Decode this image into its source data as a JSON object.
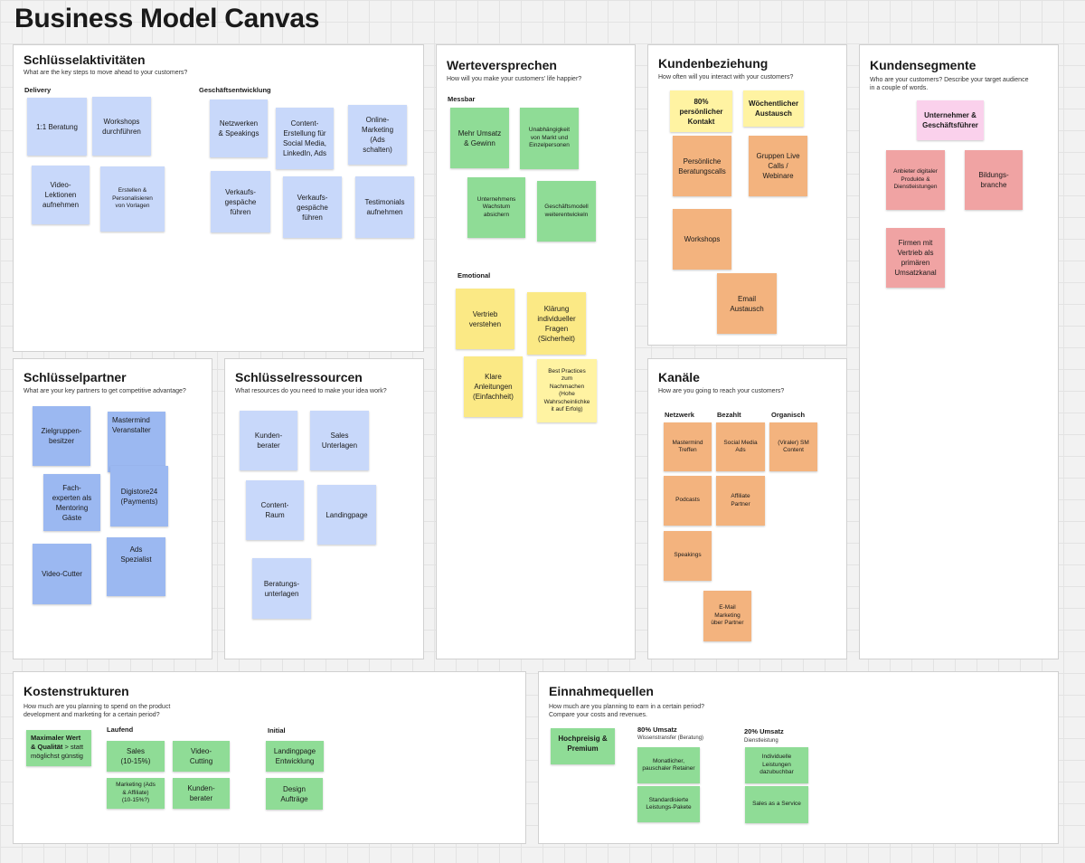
{
  "canvas_title": "Business Model Canvas",
  "colors": {
    "light_blue": "#c8d8fa",
    "dark_blue": "#9bb8f1",
    "green": "#8fdc96",
    "yellow": "#fbe985",
    "orange": "#f3b37e",
    "red": "#f0a3a3",
    "pink": "#fad1ec"
  },
  "schluesselaktivitaeten": {
    "title": "Schlüsselaktivitäten",
    "subtitle": "What are the key steps to move ahead to your customers?",
    "delivery_label": "Delivery",
    "gesch_label": "Geschäftsentwicklung",
    "notes": [
      "1:1 Beratung",
      "Workshops\ndurchführen",
      "Video-\nLektionen\naufnehmen",
      "Erstellen &\nPersonalisieren\nvon Vorlagen",
      "Netzwerken\n& Speakings",
      "Content-\nErstellung für\nSocial Media,\nLinkedIn, Ads",
      "Online-\nMarketing\n(Ads\nschalten)",
      "Verkaufs-\ngespäche\nführen",
      "Verkaufs-\ngespäche\nführen",
      "Testimonials\naufnehmen"
    ]
  },
  "werteversprechen": {
    "title": "Werteversprechen",
    "subtitle": "How will you make your customers' life happier?",
    "messbar_label": "Messbar",
    "emotional_label": "Emotional",
    "notes": [
      "Mehr Umsatz\n& Gewinn",
      "Unabhängigkeit\nvon Markt und\nEinzelpersonen",
      "Unternehmens\nWachstum\nabsichern",
      "Geschäftsmodell\nweiterentwickeln",
      "Vertrieb\nverstehen",
      "Klärung\nindividueller\nFragen\n(Sicherheit)",
      "Klare\nAnleitungen\n(Einfachheit)",
      "Best Practices\nzum\nNachmachen\n(Hohe\nWahrscheinlichke\nit auf Erfolg)"
    ]
  },
  "kundenbeziehung": {
    "title": "Kundenbeziehung",
    "subtitle": "How often will you interact with your customers?",
    "notes": [
      "80%\npersönlicher\nKontakt",
      "Wöchentlicher\nAustausch",
      "Persönliche\nBeratungscalls",
      "Gruppen Live\nCalls /\nWebinare",
      "Workshops",
      "Email\nAustausch"
    ]
  },
  "kundensegmente": {
    "title": "Kundensegmente",
    "subtitle": "Who are your customers? Describe your target audience in a couple of words.",
    "notes": [
      "Unternehmer &\nGeschäftsführer",
      "Anbieter digitaler\nProdukte &\nDienstleistungen",
      "Bildungs-\nbranche",
      "Firmen mit\nVertrieb als\nprimären\nUmsatzkanal"
    ]
  },
  "schluesselpartner": {
    "title": "Schlüsselpartner",
    "subtitle": "What are your key partners to get competitive advantage?",
    "notes": [
      "Zielgruppen-\nbesitzer",
      "Mastermind\nVeranstalter",
      "Fach-\nexperten als\nMentoring\nGäste",
      "Digistore24\n(Payments)",
      "Video-Cutter",
      "Ads\nSpezialist"
    ]
  },
  "schluesselressourcen": {
    "title": "Schlüsselressourcen",
    "subtitle": "What resources do you need to make your idea work?",
    "notes": [
      "Kunden-\nberater",
      "Sales\nUnterlagen",
      "Content-\nRaum",
      "Landingpage",
      "Beratungs-\nunterlagen"
    ]
  },
  "kanaele": {
    "title": "Kanäle",
    "subtitle": "How are you going to reach your customers?",
    "netzwerk_label": "Netzwerk",
    "bezahlt_label": "Bezahlt",
    "organisch_label": "Organisch",
    "notes": [
      "Mastermind\nTreffen",
      "Social Media\nAds",
      "(Viraler) SM\nContent",
      "Podcasts",
      "Affiliate\nPartner",
      "Speakings",
      "E-Mail\nMarketing\nüber Partner"
    ]
  },
  "kostenstrukturen": {
    "title": "Kostenstrukturen",
    "subtitle": "How much are you planning to spend on the product development and marketing for a certain period?",
    "laufend_label": "Laufend",
    "initial_label": "Initial",
    "main_note_bold": "Maximaler Wert\n& Qualität",
    "main_note_rest": " > statt möglichst günstig",
    "notes": [
      "Sales\n(10-15%)",
      "Video-\nCutting",
      "Marketing (Ads\n& Affiliate)\n(10-15%?)",
      "Kunden-\nberater",
      "Landingpage\nEntwicklung",
      "Design\nAufträge"
    ]
  },
  "einnahmequellen": {
    "title": "Einnahmequellen",
    "subtitle": "How much are you planning to earn in a certain period? Compare your costs and revenues.",
    "label_80": "80% Umsatz",
    "sub_80": "Wissenstransfer (Beratung)",
    "label_20": "20% Umsatz",
    "sub_20": "Dienstleistung",
    "notes": [
      "Hochpreisig &\nPremium",
      "Monatlicher,\npauschaler Retainer",
      "Standardisierte\nLeistungs-Pakete",
      "Individuelle\nLeistungen\ndazubuchbar",
      "Sales as a Service"
    ]
  }
}
